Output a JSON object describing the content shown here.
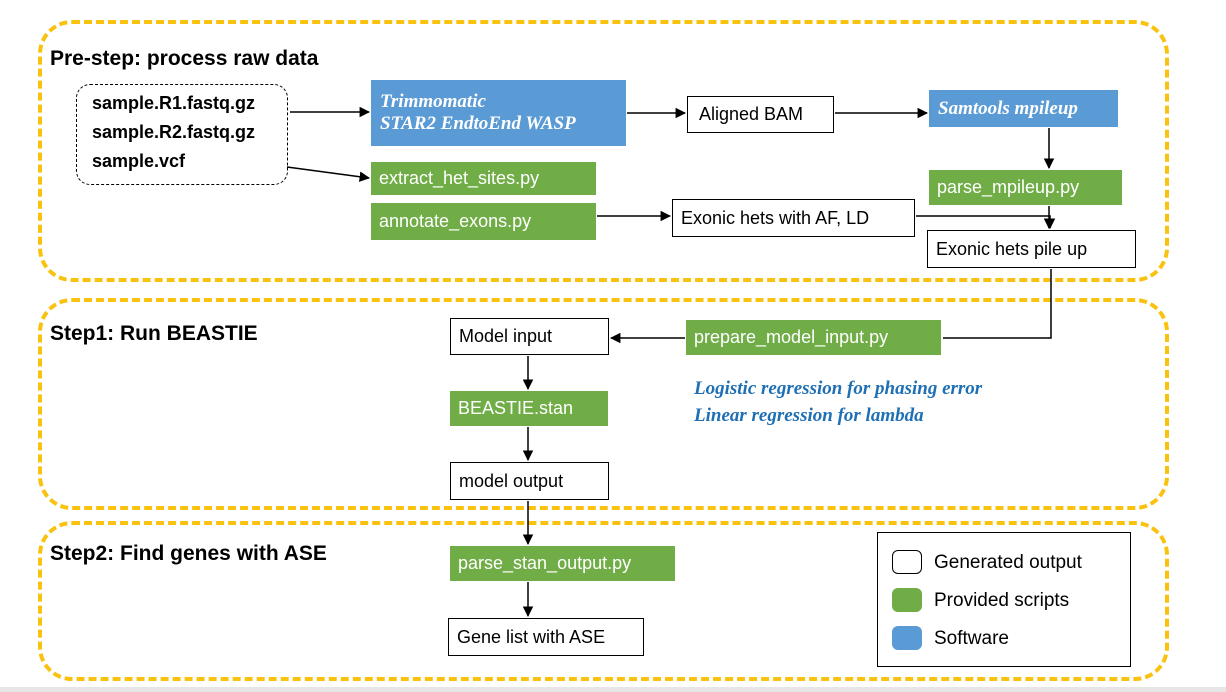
{
  "sections": {
    "prestep": "Pre-step: process raw data",
    "step1": "Step1: Run BEASTIE",
    "step2": "Step2: Find genes with ASE"
  },
  "inputs": {
    "r1": "sample.R1.fastq.gz",
    "r2": "sample.R2.fastq.gz",
    "vcf": "sample.vcf"
  },
  "software": {
    "aligner_line1": "Trimmomatic",
    "aligner_line2": "STAR2 EndtoEnd WASP",
    "mpileup": "Samtools mpileup"
  },
  "scripts": {
    "extract_het_sites": "extract_het_sites.py",
    "annotate_exons": "annotate_exons.py",
    "parse_mpileup": "parse_mpileup.py",
    "prepare_model_input": "prepare_model_input.py",
    "beastie_stan": "BEASTIE.stan",
    "parse_stan_output": "parse_stan_output.py"
  },
  "outputs": {
    "aligned_bam": "Aligned BAM",
    "exonic_hets_af_ld": "Exonic hets with AF, LD",
    "exonic_hets_pileup": "Exonic hets pile up",
    "model_input": "Model input",
    "model_output": "model output",
    "gene_list": "Gene list with ASE"
  },
  "notes": {
    "line1": "Logistic regression for phasing error",
    "line2": "Linear regression for lambda"
  },
  "legend": {
    "generated_output": "Generated output",
    "provided_scripts": "Provided scripts",
    "software": "Software"
  },
  "colors": {
    "section_border": "#F9C20F",
    "script_fill": "#70AD47",
    "software_fill": "#5B9BD5",
    "note_text": "#1F6FB4",
    "output_fill": "#FFFFFF"
  }
}
